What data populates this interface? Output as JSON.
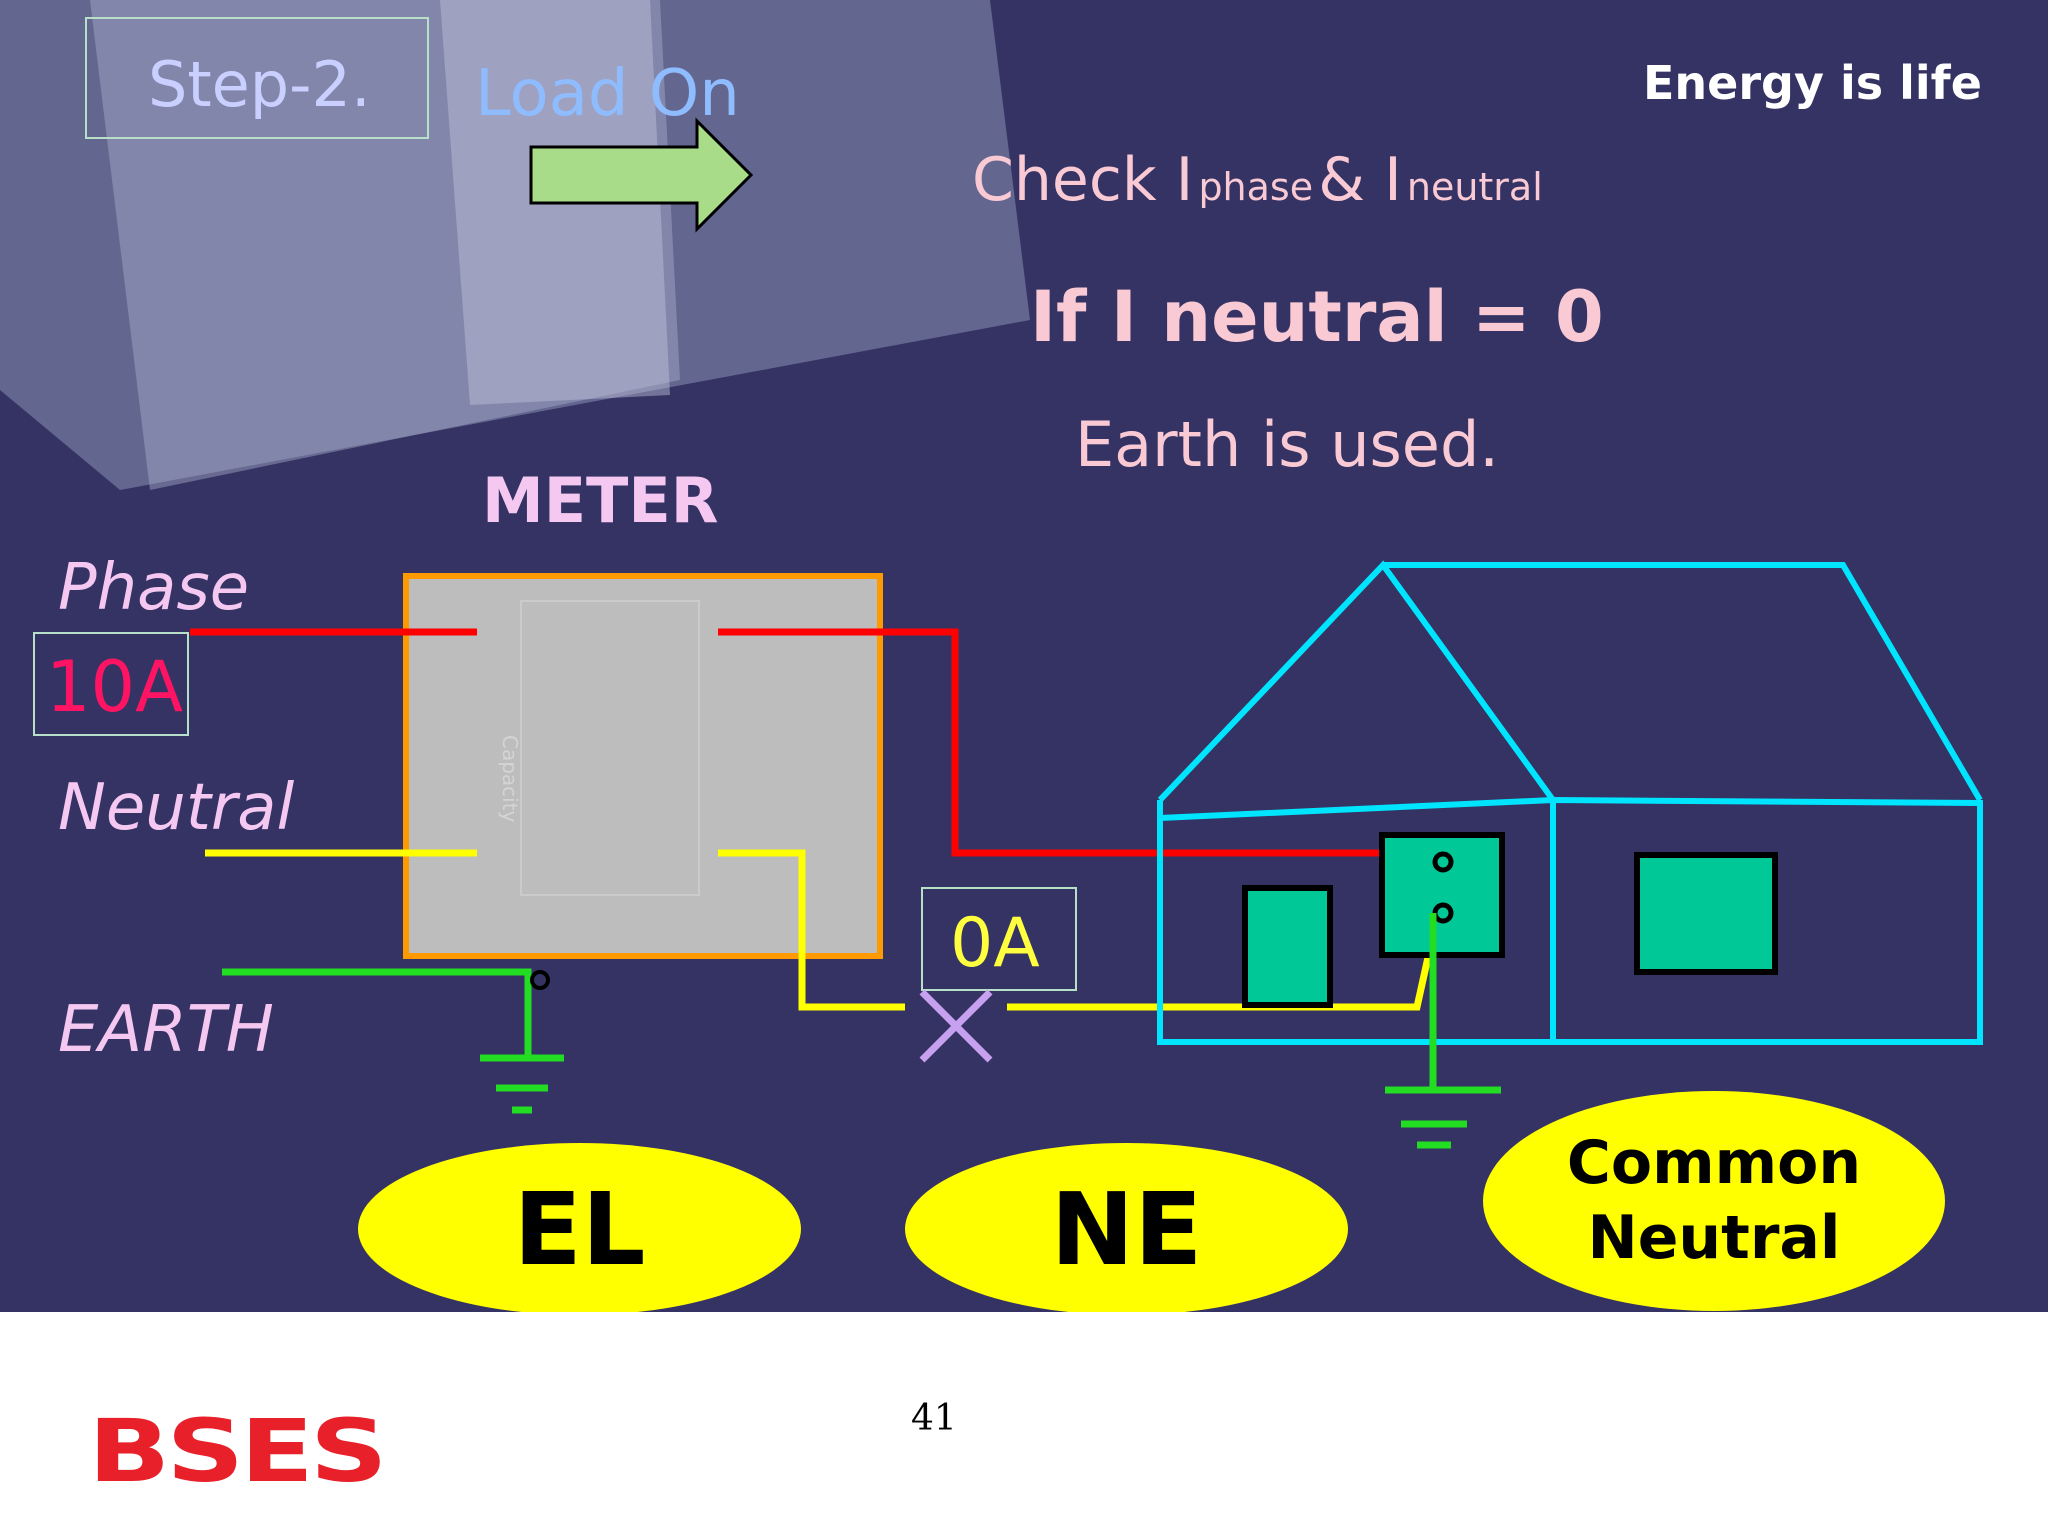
{
  "slide": {
    "step_label": "Step-2.",
    "load_on": "Load On",
    "tagline": "Energy is life",
    "check_prefix": "Check I",
    "check_phase": "phase",
    "check_amp": "& I",
    "check_neutral": "neutral",
    "condition": "If I neutral = 0",
    "conclusion": "Earth is used.",
    "meter_title": "METER",
    "phase_label": "Phase",
    "phase_current": "10A",
    "neutral_label": "Neutral",
    "earth_label": "EARTH",
    "neutral_current": "0A",
    "oval_el": "EL",
    "oval_ne": "NE",
    "oval_common_line1": "Common",
    "oval_common_line2": "Neutral",
    "meter_inner_text": "Capacity"
  },
  "footer": {
    "page_number": "41",
    "logo_text": "BSES"
  },
  "colors": {
    "background": "#343363",
    "phase_wire": "#ff0000",
    "neutral_wire": "#ffff00",
    "earth_wire": "#22dd22",
    "house": "#00e5ff",
    "house_fill": "#00c896",
    "meter_border": "#ff9900",
    "meter_fill": "#bdbdbd",
    "oval": "#ffff00",
    "logo": "#e8202a"
  }
}
